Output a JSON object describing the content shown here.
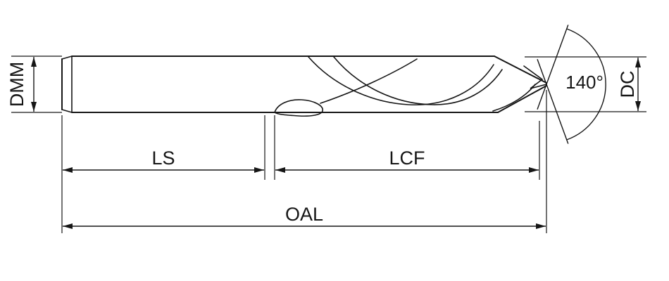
{
  "diagram": {
    "colors": {
      "background": "#ffffff",
      "line": "#161616"
    },
    "labels": {
      "shank_diameter": "DMM",
      "cutting_diameter": "DC",
      "shank_length": "LS",
      "flute_length": "LCF",
      "overall_length": "OAL",
      "point_angle": "140°"
    }
  }
}
